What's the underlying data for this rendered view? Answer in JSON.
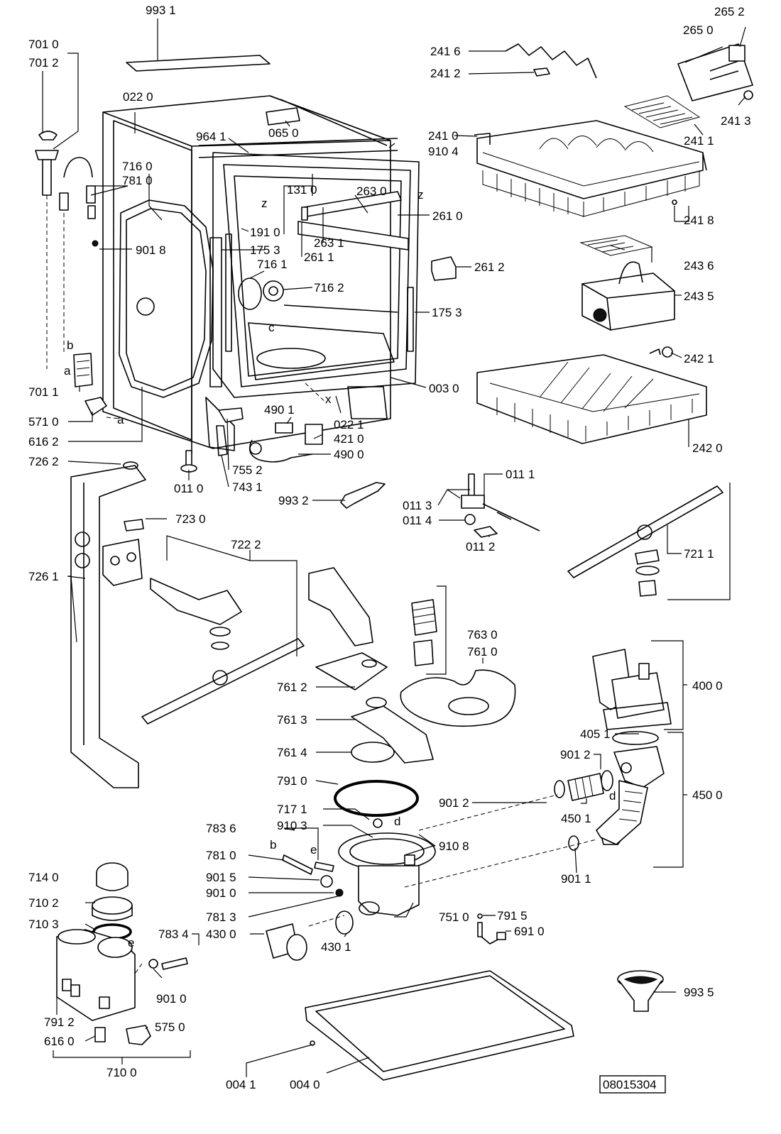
{
  "diagram": {
    "reference_number": "08015304",
    "labels": {
      "l9931": "993 1",
      "l2652": "265 2",
      "l2650": "265 0",
      "l7010": "701 0",
      "l7012": "701 2",
      "l2416": "241 6",
      "l2412": "241 2",
      "l2413": "241 3",
      "l0220": "022 0",
      "l0650": "065 0",
      "l9641": "964 1",
      "l2410": "241 0",
      "l9104": "910 4",
      "l2411": "241 1",
      "l7160": "716 0",
      "l7810a": "781 0",
      "l1310": "131 0",
      "l2630": "263 0",
      "l2610": "261 0",
      "l2418": "241 8",
      "l1910": "191 0",
      "l2631": "263 1",
      "l9018": "901 8",
      "l1753a": "175 3",
      "l2611": "261 1",
      "l2612": "261 2",
      "l2436": "243 6",
      "l7161": "716 1",
      "l7162": "716 2",
      "l1753b": "175 3",
      "l2435": "243 5",
      "l2421": "242 1",
      "l7011": "701 1",
      "l0030": "003 0",
      "l5710": "571 0",
      "l4901": "490 1",
      "l0221": "022 1",
      "l6162": "616 2",
      "l4210": "421 0",
      "l4900": "490 0",
      "l2420": "242 0",
      "l7262": "726 2",
      "l0110": "011 0",
      "l7552": "755 2",
      "l7431": "743 1",
      "l0111": "011 1",
      "l7230": "723 0",
      "l9932": "993 2",
      "l0113": "011 3",
      "l0114": "011 4",
      "l0112": "011 2",
      "l7222": "722 2",
      "l7261": "726 1",
      "l7211": "721 1",
      "l7630": "763 0",
      "l7610": "761 0",
      "l4000": "400 0",
      "l7612": "761 2",
      "l7613": "761 3",
      "l4051": "405 1",
      "l7614": "761 4",
      "l9012a": "901 2",
      "l7910": "791 0",
      "l4500": "450 0",
      "l9012b": "901 2",
      "l4501": "450 1",
      "l7171": "717 1",
      "l7836": "783 6",
      "l9103": "910 3",
      "l9108": "910 8",
      "l7810b": "781 0",
      "l7140": "714 0",
      "l9015": "901 5",
      "l9011": "901 1",
      "l9010a": "901 0",
      "l7102": "710 2",
      "l7813": "781 3",
      "l7510": "751 0",
      "l7915": "791 5",
      "l7103": "710 3",
      "l7834": "783 4",
      "l4300": "430 0",
      "l6910": "691 0",
      "l4301": "430 1",
      "l9935": "993 5",
      "l9010b": "901 0",
      "l7912": "791 2",
      "l5750": "575 0",
      "l6160": "616 0",
      "l7100": "710 0",
      "l0041": "004 1",
      "l0040": "004 0"
    },
    "markers": {
      "a1": "a",
      "a2": "a",
      "b1": "b",
      "b2": "b",
      "c": "c",
      "d1": "d",
      "d2": "d",
      "e1": "e",
      "e2": "e",
      "x": "x",
      "z1": "z",
      "z2": "z"
    }
  }
}
